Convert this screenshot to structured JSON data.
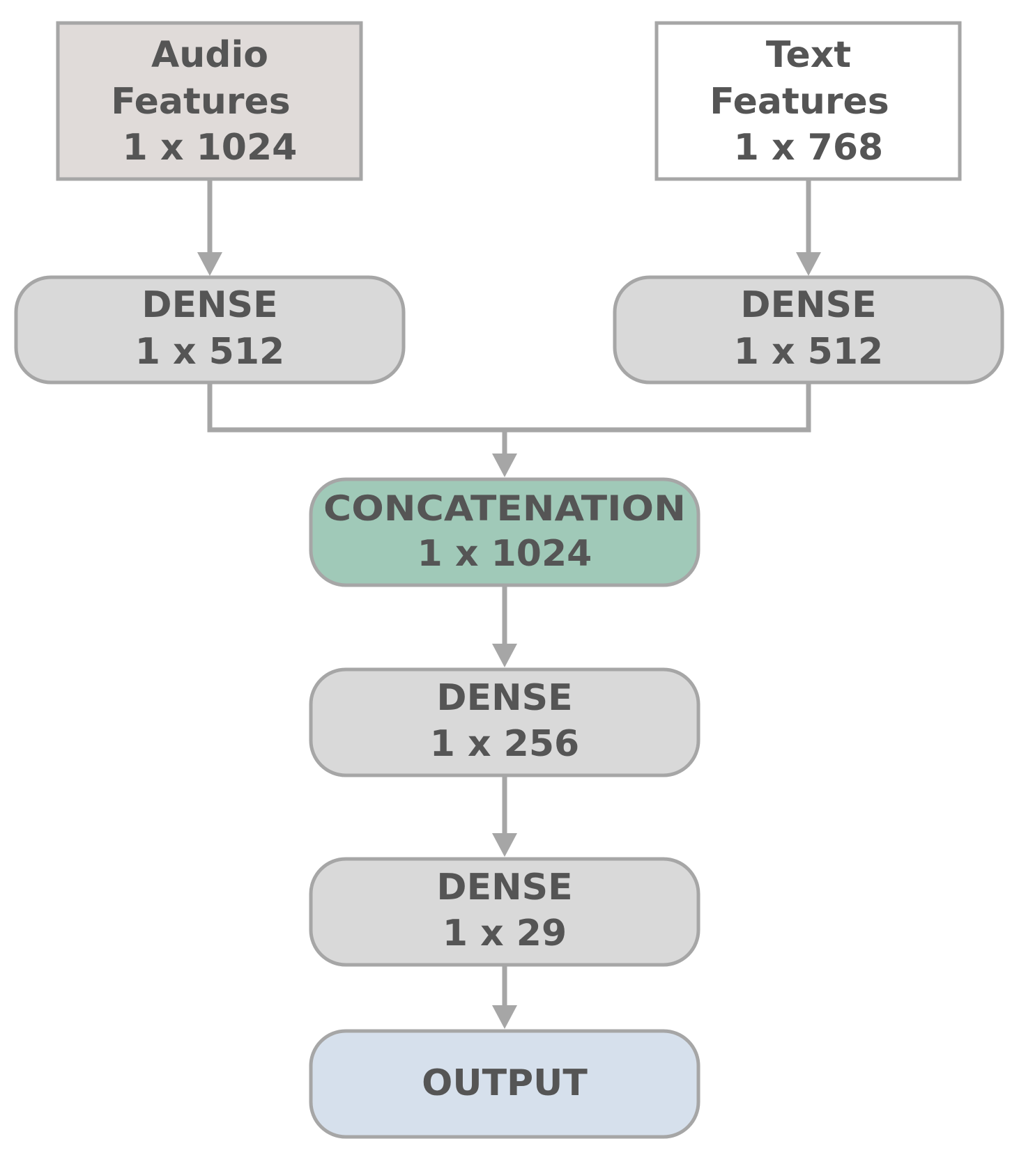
{
  "nodes": {
    "audio_features": {
      "line1": "Audio",
      "line2": "Features",
      "line3": "1 x 1024",
      "fill": "#e0dbd9"
    },
    "text_features": {
      "line1": "Text",
      "line2": "Features",
      "line3": "1 x 768",
      "fill": "#ffffff"
    },
    "dense_audio": {
      "line1": "DENSE",
      "line2": "1 x 512",
      "fill": "#d9d9d9"
    },
    "dense_text": {
      "line1": "DENSE",
      "line2": "1 x 512",
      "fill": "#d9d9d9"
    },
    "concatenation": {
      "line1": "CONCATENATION",
      "line2": "1 x 1024",
      "fill": "#a0c9b8"
    },
    "dense_256": {
      "line1": "DENSE",
      "line2": "1 x 256",
      "fill": "#d9d9d9"
    },
    "dense_29": {
      "line1": "DENSE",
      "line2": "1 x 29",
      "fill": "#d9d9d9"
    },
    "output": {
      "line1": "OUTPUT",
      "fill": "#d6e0ec"
    }
  },
  "edges": [
    {
      "from": "audio_features",
      "to": "dense_audio"
    },
    {
      "from": "text_features",
      "to": "dense_text"
    },
    {
      "from": "dense_audio",
      "to": "concatenation"
    },
    {
      "from": "dense_text",
      "to": "concatenation"
    },
    {
      "from": "concatenation",
      "to": "dense_256"
    },
    {
      "from": "dense_256",
      "to": "dense_29"
    },
    {
      "from": "dense_29",
      "to": "output"
    }
  ],
  "colors": {
    "stroke": "#a6a6a6",
    "text": "#555555"
  }
}
